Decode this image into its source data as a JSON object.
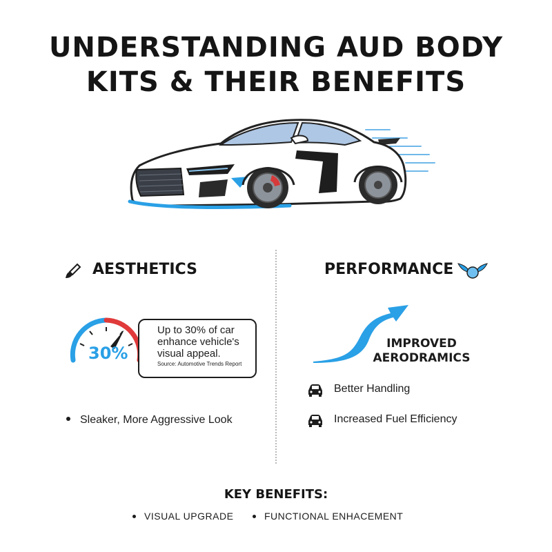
{
  "title": {
    "line1": "UNDERSTANDING AUD BODY",
    "line2": "KITS & THEIR BENEFITS"
  },
  "aesthetics": {
    "heading": "AESTHETICS",
    "icon": "paintbrush-icon",
    "gauge_value": "30%",
    "callout": {
      "line1": "Up to 30% of car",
      "line2": "enhance vehicle's",
      "line3": "visual appeal.",
      "source": "Source: Automotive Trends Report"
    },
    "bullet": "Sleaker, More Aggressive Look"
  },
  "performance": {
    "heading": "PERFORMANCE",
    "icon": "winged-emblem-icon",
    "improved_line1": "IMPROVED",
    "improved_line2": "AERODRAMICS",
    "items": [
      {
        "label": "Better Handling",
        "icon": "car-icon"
      },
      {
        "label": "Increased Fuel Efficiency",
        "icon": "car-icon"
      }
    ]
  },
  "key_benefits": {
    "heading": "KEY BENEFITS:",
    "items": [
      "VISUAL UPGRADE",
      "FUNCTIONAL ENHACEMENT"
    ]
  },
  "colors": {
    "accent_blue": "#2aa0e6",
    "gauge_red": "#e03a3a",
    "text_dark": "#1a1a1a"
  }
}
